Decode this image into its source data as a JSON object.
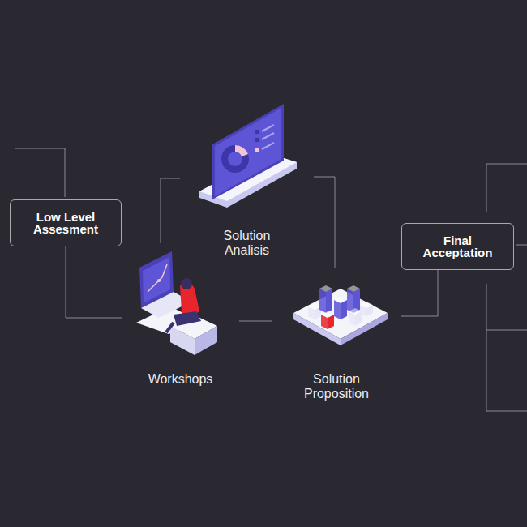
{
  "diagram": {
    "nodes": [
      {
        "text": [
          "Low Level Assesment"
        ]
      },
      {
        "text": [
          "Workshops"
        ]
      },
      {
        "text": [
          "Solution Analisis"
        ]
      },
      {
        "text": [
          "Solution Proposition"
        ]
      },
      {
        "text": [
          "Final Acceptation"
        ]
      }
    ],
    "edges": [
      {
        "from": 0,
        "to": 1,
        "arrow": "none"
      },
      {
        "from": 1,
        "to": 2,
        "arrow": "none"
      },
      {
        "from": 2,
        "to": 3,
        "arrow": "none"
      },
      {
        "from": 1,
        "to": 3,
        "arrow": "none"
      },
      {
        "from": 3,
        "to": 4,
        "arrow": "none"
      }
    ]
  }
}
